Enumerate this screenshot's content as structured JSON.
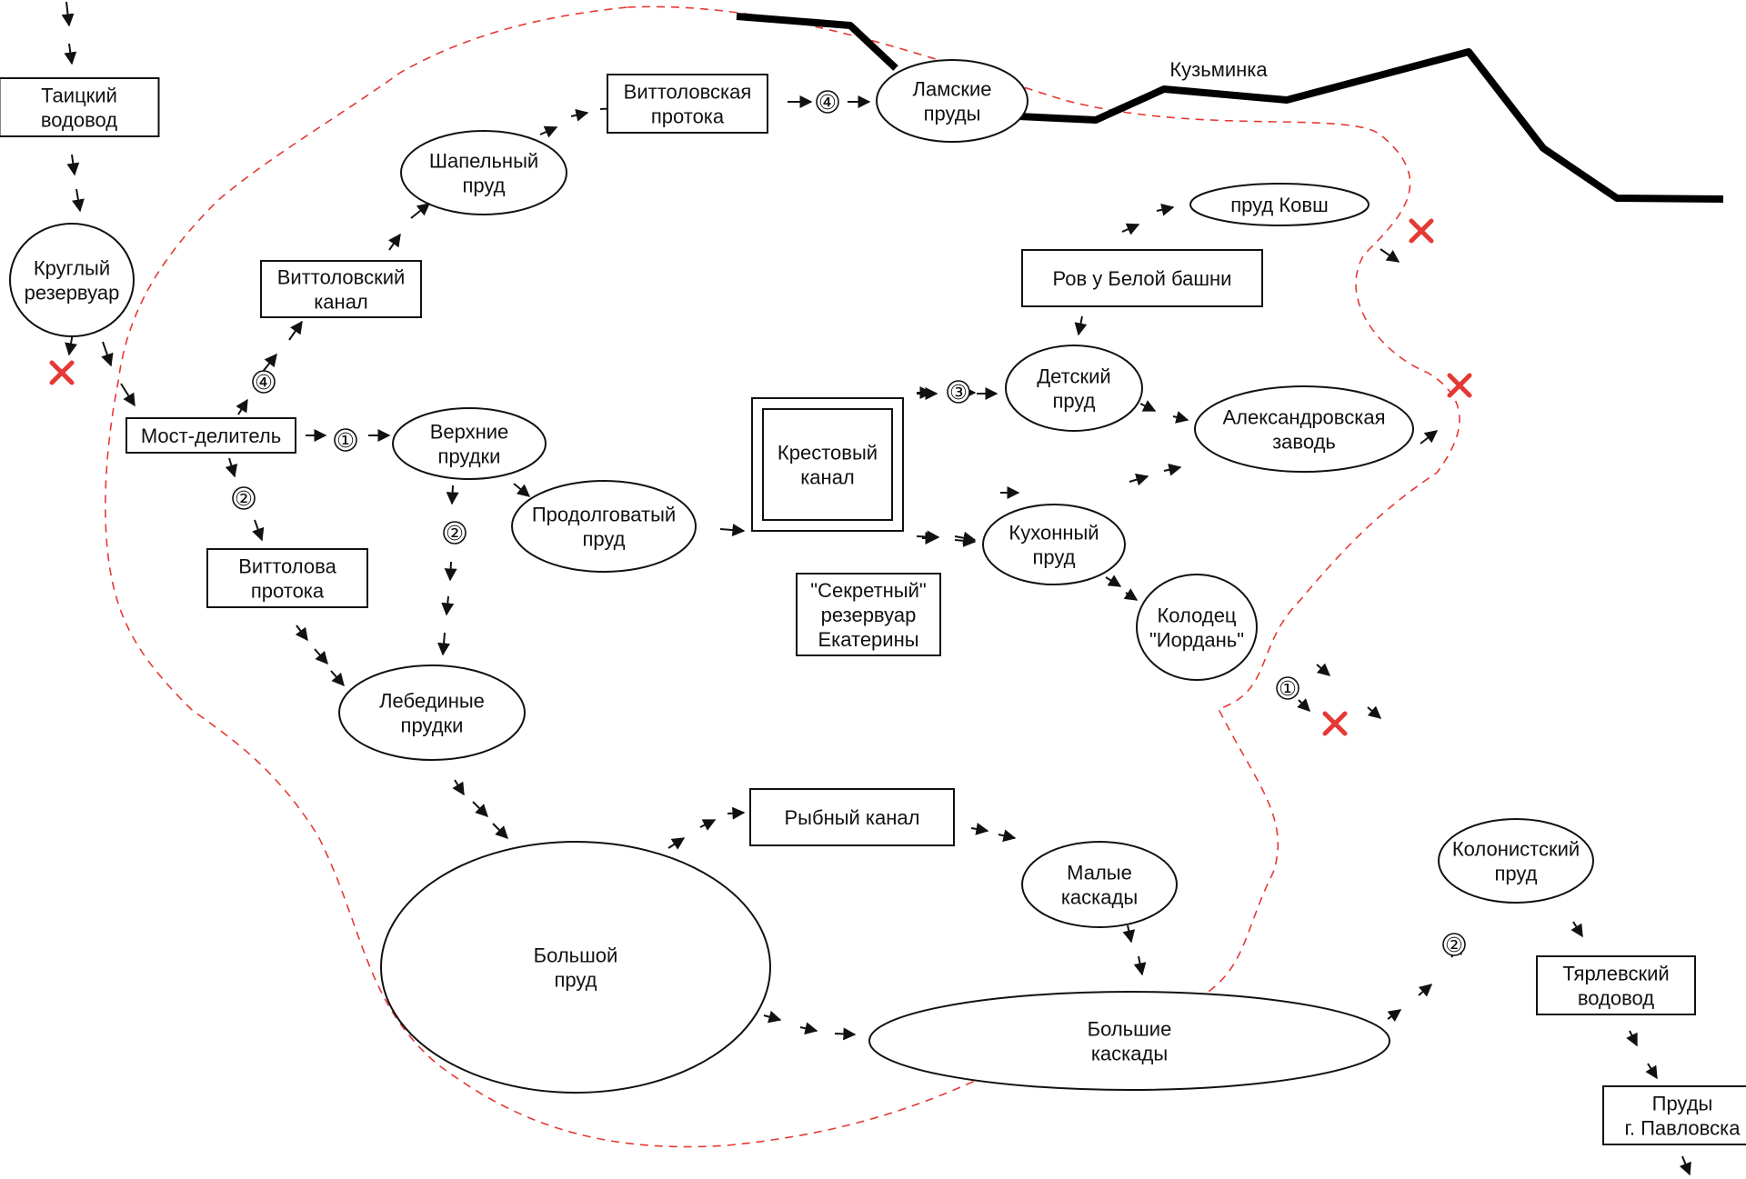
{
  "boundary_color": "#e53935",
  "river": {
    "name": "Кузьминка"
  },
  "nodes": [
    {
      "id": "taitsky",
      "shape": "rect",
      "lines": [
        "Таицкий",
        "водовод"
      ]
    },
    {
      "id": "krugly",
      "shape": "ellipse",
      "lines": [
        "Круглый",
        "резервуар"
      ]
    },
    {
      "id": "most",
      "shape": "rect",
      "lines": [
        "Мост-делитель"
      ]
    },
    {
      "id": "vittolovsky-kanal",
      "shape": "rect",
      "lines": [
        "Виттоловский",
        "канал"
      ]
    },
    {
      "id": "shapelny",
      "shape": "ellipse",
      "lines": [
        "Шапельный",
        "пруд"
      ]
    },
    {
      "id": "vittolovskaya-protoka",
      "shape": "rect",
      "lines": [
        "Виттоловская",
        "протока"
      ]
    },
    {
      "id": "lamskie",
      "shape": "ellipse",
      "lines": [
        "Ламские",
        "пруды"
      ]
    },
    {
      "id": "verkhnie",
      "shape": "ellipse",
      "lines": [
        "Верхние",
        "прудки"
      ]
    },
    {
      "id": "vittolova-protoka",
      "shape": "rect",
      "lines": [
        "Виттолова",
        "протока"
      ]
    },
    {
      "id": "prodolgovaty",
      "shape": "ellipse",
      "lines": [
        "Продолговатый",
        "пруд"
      ]
    },
    {
      "id": "krestovy",
      "shape": "rect",
      "lines": [
        "Крестовый",
        "канал"
      ]
    },
    {
      "id": "sekretny",
      "shape": "rect",
      "lines": [
        "\"Секретный\"",
        "резервуар",
        "Екатерины"
      ]
    },
    {
      "id": "detsky",
      "shape": "ellipse",
      "lines": [
        "Детский",
        "пруд"
      ]
    },
    {
      "id": "rov",
      "shape": "rect",
      "lines": [
        "Ров у Белой башни"
      ]
    },
    {
      "id": "kovsh",
      "shape": "ellipse",
      "lines": [
        "пруд Ковш"
      ]
    },
    {
      "id": "aleksandrovskaya",
      "shape": "ellipse",
      "lines": [
        "Александровская",
        "заводь"
      ]
    },
    {
      "id": "kukhonny",
      "shape": "ellipse",
      "lines": [
        "Кухонный",
        "пруд"
      ]
    },
    {
      "id": "kolodets",
      "shape": "ellipse",
      "lines": [
        "Колодец",
        "\"Иордань\""
      ]
    },
    {
      "id": "lebedinye",
      "shape": "ellipse",
      "lines": [
        "Лебединые",
        "прудки"
      ]
    },
    {
      "id": "bolshoy",
      "shape": "ellipse",
      "lines": [
        "Большой",
        "пруд"
      ]
    },
    {
      "id": "rybny",
      "shape": "rect",
      "lines": [
        "Рыбный канал"
      ]
    },
    {
      "id": "malye",
      "shape": "ellipse",
      "lines": [
        "Малые",
        "каскады"
      ]
    },
    {
      "id": "bolshie",
      "shape": "ellipse",
      "lines": [
        "Большие",
        "каскады"
      ]
    },
    {
      "id": "kolonistsky",
      "shape": "ellipse",
      "lines": [
        "Колонистский",
        "пруд"
      ]
    },
    {
      "id": "tyarlevsky",
      "shape": "rect",
      "lines": [
        "Тярлевский",
        "водовод"
      ]
    },
    {
      "id": "pavlovsk",
      "shape": "rect",
      "lines": [
        "Пруды",
        "г. Павловска"
      ]
    }
  ],
  "badges": [
    {
      "id": "b-most-verkhnie",
      "label": "①"
    },
    {
      "id": "b-most-kanal",
      "label": "④"
    },
    {
      "id": "b-most-protoka",
      "label": "②"
    },
    {
      "id": "b-verkhnie-lebedinye",
      "label": "②"
    },
    {
      "id": "b-protoka-lamskie",
      "label": "④"
    },
    {
      "id": "b-krestovy-detsky",
      "label": "③"
    },
    {
      "id": "b-kolodets-out",
      "label": "①"
    },
    {
      "id": "b-bolshie-kolonistsky",
      "label": "②"
    }
  ],
  "endpoints": [
    {
      "id": "x-krugly"
    },
    {
      "id": "x-kovsh"
    },
    {
      "id": "x-aleksandrovskaya"
    },
    {
      "id": "x-kolodets"
    }
  ]
}
